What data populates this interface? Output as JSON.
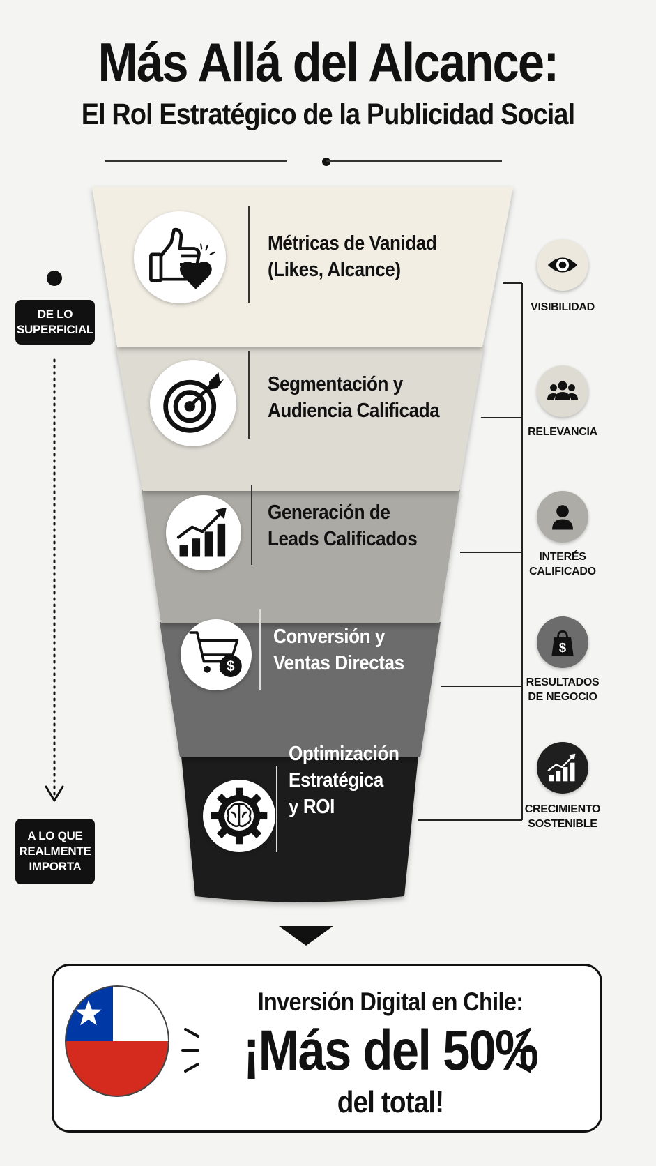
{
  "header": {
    "title": "Más Allá del Alcance:",
    "subtitle": "El Rol Estratégico de la Publicidad Social"
  },
  "funnel": {
    "stages": [
      {
        "line1": "Métricas de Vanidad",
        "line2": "(Likes, Alcance)",
        "icon": "thumbs-up-heart-icon",
        "color": "#f2eee4"
      },
      {
        "line1": "Segmentación y",
        "line2": "Audiencia Calificada",
        "icon": "target-icon",
        "color": "#dedbd3"
      },
      {
        "line1": "Generación de",
        "line2": "Leads Calificados",
        "icon": "growth-chart-icon",
        "color": "#acaaa4"
      },
      {
        "line1": "Conversión y",
        "line2": "Ventas Directas",
        "icon": "cart-dollar-icon",
        "color": "#6c6c6c"
      },
      {
        "line1": "Optimización",
        "line2": "Estratégica",
        "line3": "y ROI",
        "icon": "brain-gear-icon",
        "color": "#1f1f1f"
      }
    ]
  },
  "outcomes": [
    {
      "line1": "VISIBILIDAD",
      "icon": "eye-icon"
    },
    {
      "line1": "RELEVANCIA",
      "icon": "group-icon"
    },
    {
      "line1": "INTERÉS",
      "line2": "CALIFICADO",
      "icon": "person-icon"
    },
    {
      "line1": "RESULTADOS",
      "line2": "DE NEGOCIO",
      "icon": "money-bag-icon"
    },
    {
      "line1": "CRECIMIENTO",
      "line2": "SOSTENIBLE",
      "icon": "growth-chart-icon"
    }
  ],
  "side": {
    "top_line1": "DE LO",
    "top_line2": "SUPERFICIAL",
    "bottom_line1": "A LO QUE",
    "bottom_line2": "REALMENTE",
    "bottom_line3": "IMPORTA"
  },
  "callout": {
    "heading": "Inversión Digital en Chile:",
    "stat": "¡Más del 50%",
    "foot": "del total!",
    "flag_icon": "chile-flag-icon",
    "colors": {
      "red": "#d52b1e",
      "blue": "#0039a6",
      "white": "#ffffff"
    }
  }
}
